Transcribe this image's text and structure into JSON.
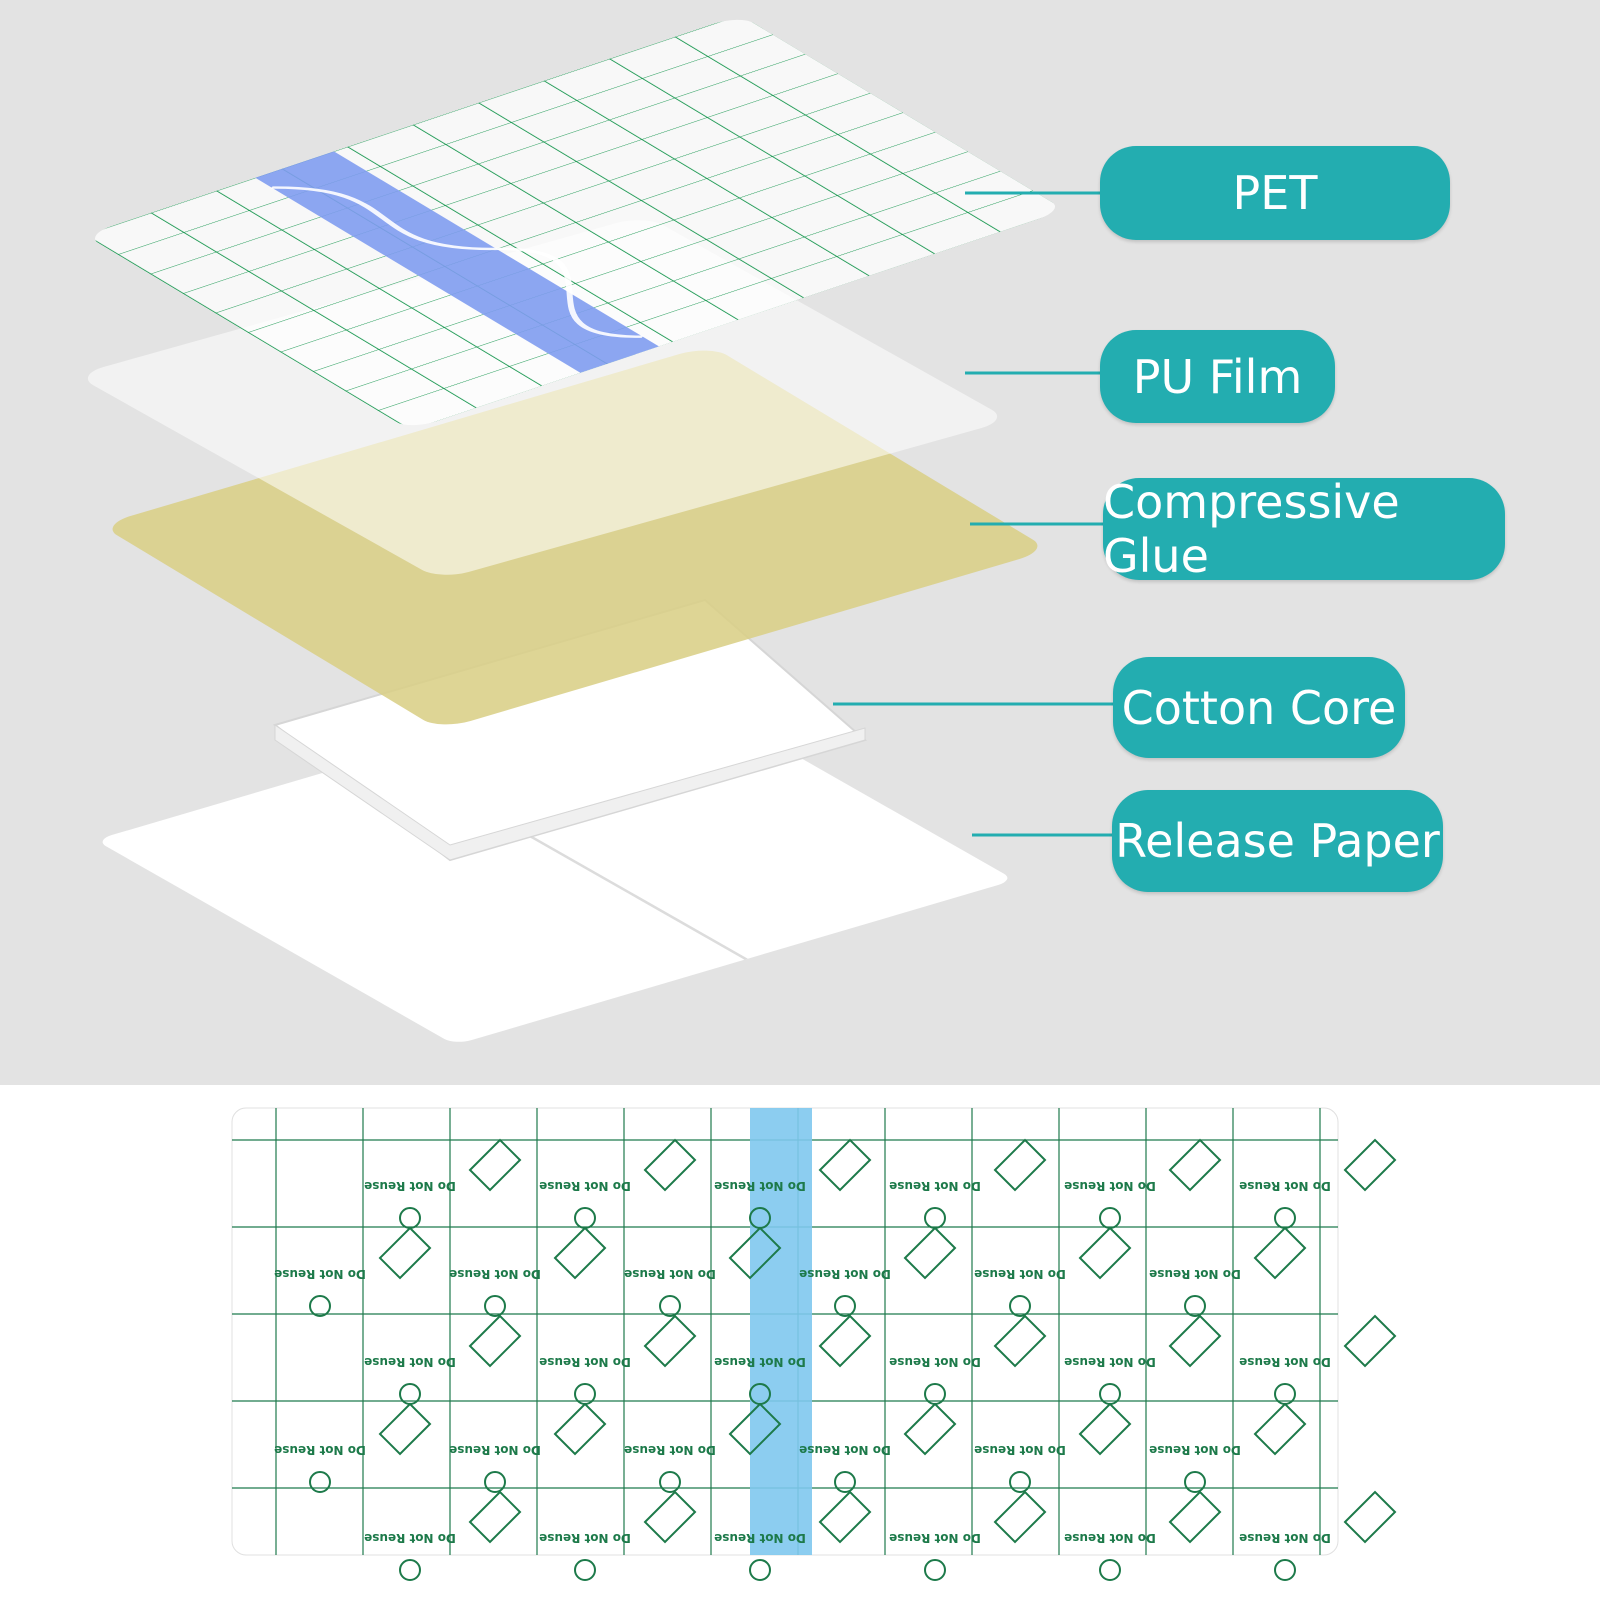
{
  "layers": [
    {
      "label": "PET"
    },
    {
      "label": "PU Film"
    },
    {
      "label": "Compressive Glue"
    },
    {
      "label": "Cotton Core"
    },
    {
      "label": "Release Paper"
    }
  ],
  "film_print": "Do Not Reuse",
  "colors": {
    "label_bg": "#23adb0",
    "grid_green": "#1f9a55",
    "stripe_blue": "#7f9cf0",
    "stripe_cyan": "#7fc8ee",
    "glue": "#d9cf86",
    "background": "#e3e3e3"
  }
}
